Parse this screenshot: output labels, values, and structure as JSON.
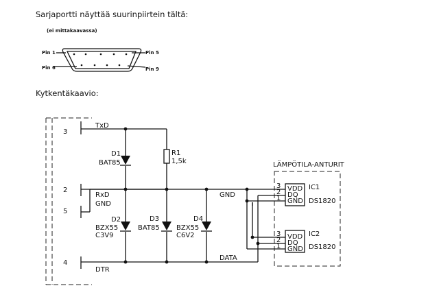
{
  "headings": {
    "connector": "Sarjaportti näyttää suurinpiirtein tältä:",
    "scale_note": "(ei mittakaavassa)",
    "schematic": "Kytkentäkaavio:"
  },
  "connector": {
    "pin1": "Pin 1",
    "pin5": "Pin 5",
    "pin6": "Pin 6",
    "pin9": "Pin 9"
  },
  "pins": {
    "p3": {
      "number": "3",
      "signal": "TxD"
    },
    "p2": {
      "number": "2",
      "signal": "RxD"
    },
    "p5": {
      "number": "5",
      "signal": "GND"
    },
    "p4": {
      "number": "4",
      "signal": "DTR"
    }
  },
  "components": {
    "d1": {
      "ref": "D1",
      "value": "BAT85"
    },
    "r1": {
      "ref": "R1",
      "value": "1,5k"
    },
    "d2": {
      "ref": "D2",
      "value": "BZX55",
      "value2": "C3V9"
    },
    "d3": {
      "ref": "D3",
      "value": "BAT85"
    },
    "d4": {
      "ref": "D4",
      "value": "BZX55",
      "value2": "C6V2"
    }
  },
  "nets": {
    "gnd": "GND",
    "data": "DATA"
  },
  "sensors": {
    "title": "LÄMPÖTILA-ANTURIT",
    "ic1": {
      "ref": "IC1",
      "part": "DS1820",
      "vdd": "VDD",
      "dq": "DQ",
      "gnd": "GND",
      "p3": "3",
      "p2": "2",
      "p1": "1"
    },
    "ic2": {
      "ref": "IC2",
      "part": "DS1820",
      "vdd": "VDD",
      "dq": "DQ",
      "gnd": "GND",
      "p3": "3",
      "p2": "2",
      "p1": "1"
    }
  }
}
